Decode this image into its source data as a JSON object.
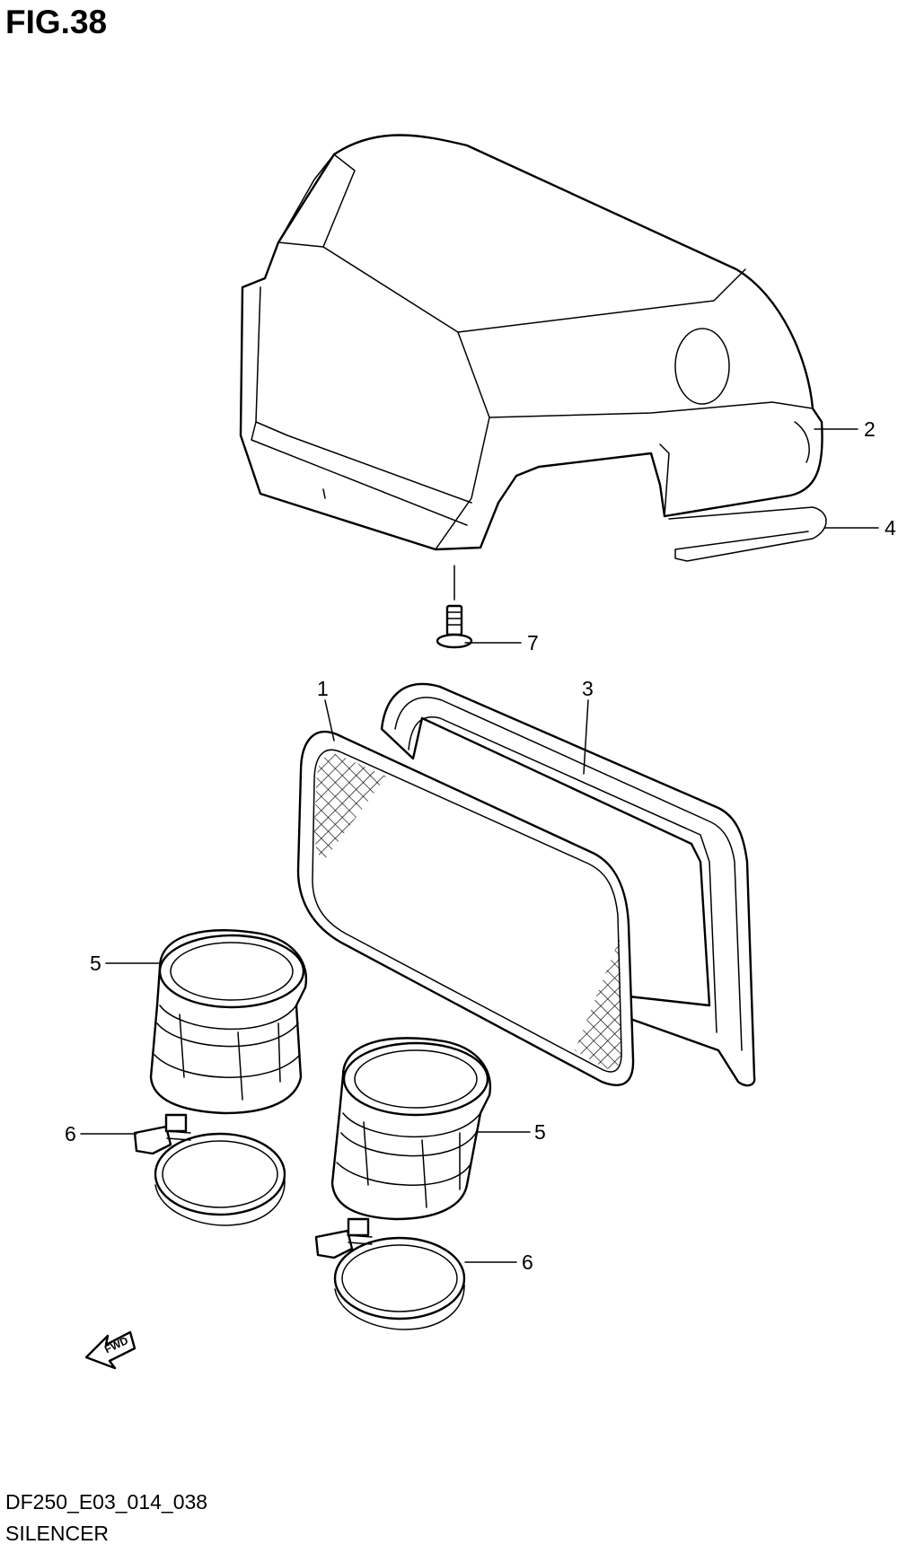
{
  "figure": {
    "title": "FIG.38",
    "code": "DF250_E03_014_038",
    "name": "SILENCER",
    "fwd_label": "FWD"
  },
  "callouts": [
    {
      "id": "2",
      "text": "2"
    },
    {
      "id": "4",
      "text": "4"
    },
    {
      "id": "7",
      "text": "7"
    },
    {
      "id": "1",
      "text": "1"
    },
    {
      "id": "3",
      "text": "3"
    },
    {
      "id": "5a",
      "text": "5"
    },
    {
      "id": "5b",
      "text": "5"
    },
    {
      "id": "6a",
      "text": "6"
    },
    {
      "id": "6b",
      "text": "6"
    }
  ]
}
